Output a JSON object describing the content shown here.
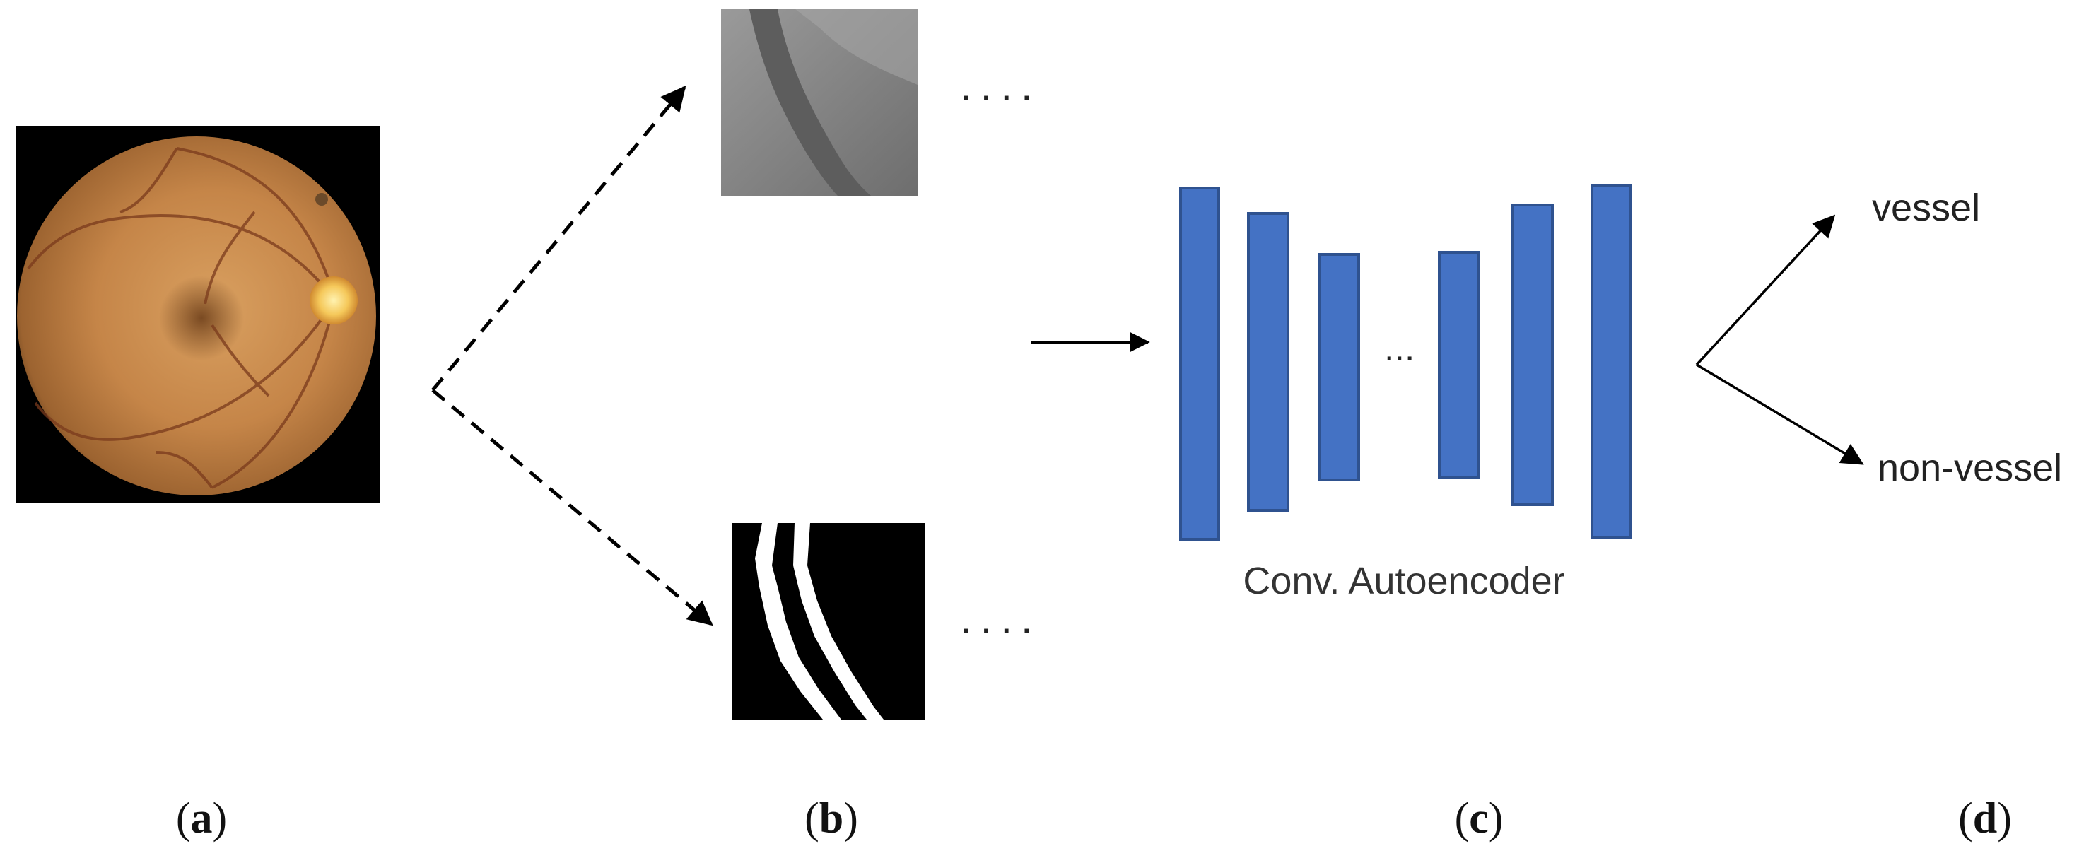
{
  "diagram": {
    "encoder_label": "Conv. Autoencoder",
    "ellipsis_patch_top": "....",
    "ellipsis_patch_bottom": "....",
    "ellipsis_layers": "...",
    "outputs": {
      "vessel": "vessel",
      "non_vessel": "non-vessel"
    },
    "panel_labels": {
      "a": "a",
      "b": "b",
      "c": "c",
      "d": "d"
    },
    "colors": {
      "layer_fill": "#4472C4",
      "layer_stroke": "#2F528F",
      "fundus_background": "#000000",
      "fundus_retina": "#C8894A",
      "optic_disc": "#F6D37A"
    }
  }
}
